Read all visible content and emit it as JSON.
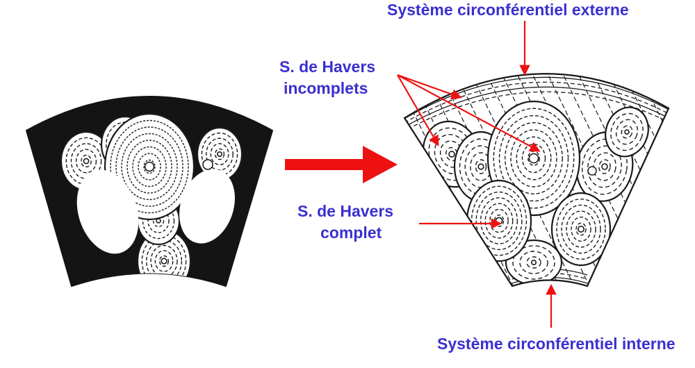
{
  "labels": {
    "outer_system": "Système circonférentiel externe",
    "incomplete_line1": "S. de Havers",
    "incomplete_line2": "incomplets",
    "complete_line1": "S. de Havers",
    "complete_line2": "complet",
    "inner_system": "Système circonférentiel interne"
  },
  "colors": {
    "label_text": "#3b2fd0",
    "arrow": "#ee1111",
    "ink": "#1a1a1a",
    "background": "#ffffff"
  }
}
